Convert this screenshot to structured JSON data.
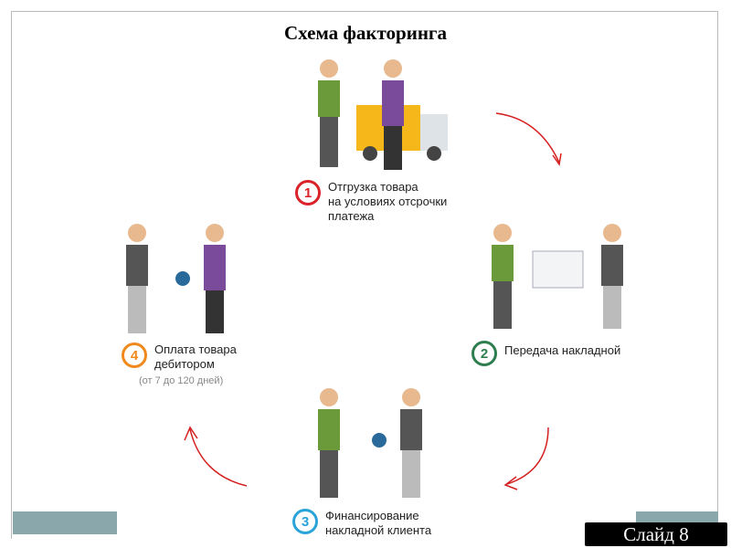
{
  "title": "Схема факторинга",
  "steps": [
    {
      "num": "1",
      "lines": [
        "Отгрузка товара",
        "на условиях отсрочки",
        "платежа"
      ],
      "color": "#d9222a"
    },
    {
      "num": "2",
      "lines": [
        "Передача накладной"
      ],
      "color": "#2e7d4f"
    },
    {
      "num": "3",
      "lines": [
        "Финансирование",
        "накладной клиента"
      ],
      "color": "#29a3d8"
    },
    {
      "num": "4",
      "lines": [
        "Оплата товара",
        "дебитором"
      ],
      "sub": "(от 7 до 120 дней)",
      "color": "#f08a1c"
    }
  ],
  "slide_label": "Слайд 8",
  "colors": {
    "arrow": "#d42020",
    "bar": "#8aa8ab",
    "check": "#6a9a3a",
    "purple": "#7b4b9b"
  }
}
